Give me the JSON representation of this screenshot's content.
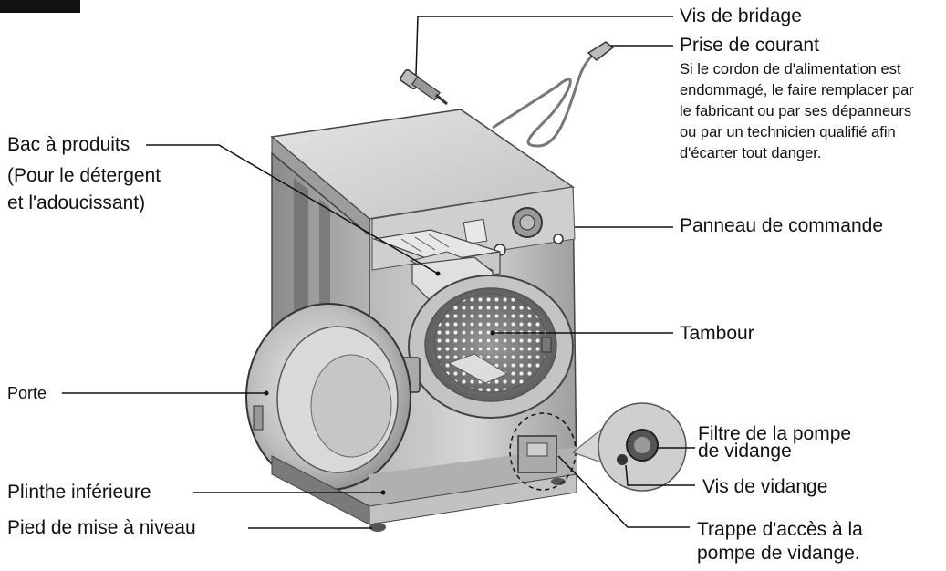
{
  "labels": {
    "vis_bridage": "Vis de bridage",
    "prise": "Prise de courant",
    "prise_note": [
      "Si le cordon de d'alimentation est",
      "endommagé, le faire remplacer par",
      "le fabricant ou par ses dépanneurs",
      "ou par un technicien qualifié afin",
      "d'écarter tout danger."
    ],
    "bac": [
      "Bac à produits",
      "(Pour le détergent",
      "et l'adoucissant)"
    ],
    "panneau": "Panneau de commande",
    "tambour": "Tambour",
    "porte": "Porte",
    "filtre": [
      "Filtre de la pompe",
      "de vidange"
    ],
    "vis_vidange": "Vis de vidange",
    "plinthe": "Plinthe inférieure",
    "pied": "Pied de mise à niveau",
    "trappe": [
      "Trappe d'accès à la",
      "pompe de vidange."
    ]
  },
  "colors": {
    "line": "#111111",
    "body_light": "#d9d9d9",
    "body_mid": "#a9a9a9",
    "body_dark": "#6e6e6e"
  }
}
